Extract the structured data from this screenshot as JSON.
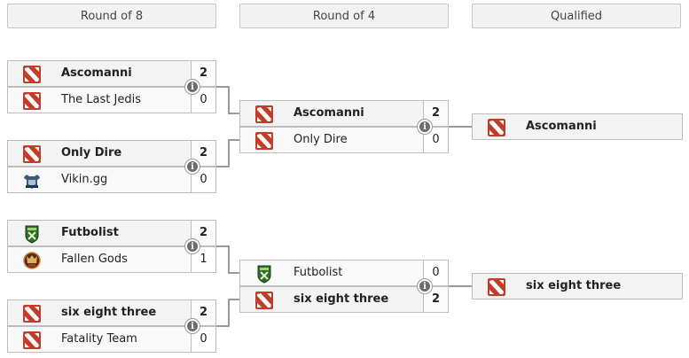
{
  "headers": {
    "round_of_8": "Round of 8",
    "round_of_4": "Round of 4",
    "qualified": "Qualified"
  },
  "round_of_8": [
    {
      "top": {
        "name": "Ascomanni",
        "score": "2",
        "logo": "dota2-icon"
      },
      "bottom": {
        "name": "The Last Jedis",
        "score": "0",
        "logo": "dota2-icon"
      }
    },
    {
      "top": {
        "name": "Only Dire",
        "score": "2",
        "logo": "dota2-icon"
      },
      "bottom": {
        "name": "Vikin.gg",
        "score": "0",
        "logo": "vikingg-icon"
      }
    },
    {
      "top": {
        "name": "Futbolist",
        "score": "2",
        "logo": "futbolist-icon"
      },
      "bottom": {
        "name": "Fallen Gods",
        "score": "1",
        "logo": "fallen-gods-icon"
      }
    },
    {
      "top": {
        "name": "six eight three",
        "score": "2",
        "logo": "dota2-icon"
      },
      "bottom": {
        "name": "Fatality Team",
        "score": "0",
        "logo": "dota2-icon"
      }
    }
  ],
  "round_of_4": [
    {
      "top": {
        "name": "Ascomanni",
        "score": "2",
        "logo": "dota2-icon"
      },
      "bottom": {
        "name": "Only Dire",
        "score": "0",
        "logo": "dota2-icon"
      }
    },
    {
      "top": {
        "name": "Futbolist",
        "score": "0",
        "logo": "futbolist-icon"
      },
      "bottom": {
        "name": "six eight three",
        "score": "2",
        "logo": "dota2-icon"
      }
    }
  ],
  "qualified": [
    {
      "name": "Ascomanni",
      "logo": "dota2-icon"
    },
    {
      "name": "six eight three",
      "logo": "dota2-icon"
    }
  ],
  "colors": {
    "dota_red": "#c23c2a",
    "border": "#bdbdbd",
    "header_bg": "#f2f2f2",
    "line": "#9a9a9a",
    "info_icon": "#6d6d6d"
  }
}
